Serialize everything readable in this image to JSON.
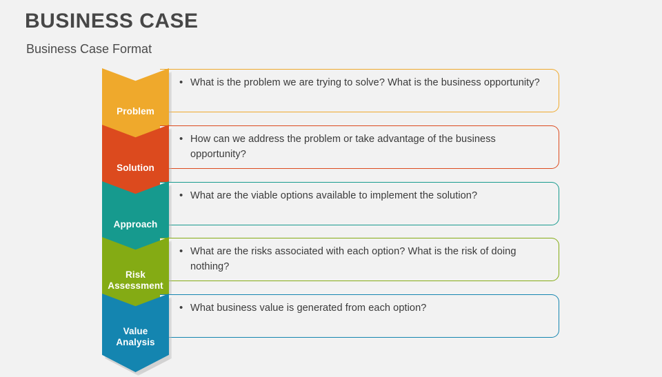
{
  "header": {
    "title": "BUSINESS CASE",
    "subtitle": "Business Case Format",
    "title_color": "#474747"
  },
  "background_color": "#f2f2f2",
  "bullet_glyph": "•",
  "process": {
    "steps": [
      {
        "label_line1": "Problem",
        "label_line2": "",
        "color": "#efa92c",
        "text": "What is the problem we are trying to solve? What is the business opportunity?"
      },
      {
        "label_line1": "Solution",
        "label_line2": "",
        "color": "#dc4a1e",
        "text": "How can we address the problem or take advantage of the business opportunity?"
      },
      {
        "label_line1": "Approach",
        "label_line2": "",
        "color": "#169a8e",
        "text": "What are the viable options available to implement the solution?"
      },
      {
        "label_line1": "Risk",
        "label_line2": "Assessment",
        "color": "#84ab14",
        "text": "What are the risks associated with each option? What is the risk of doing nothing?"
      },
      {
        "label_line1": "Value",
        "label_line2": "Analysis",
        "color": "#1485b0",
        "text": "What business value is generated from each option?"
      }
    ]
  }
}
